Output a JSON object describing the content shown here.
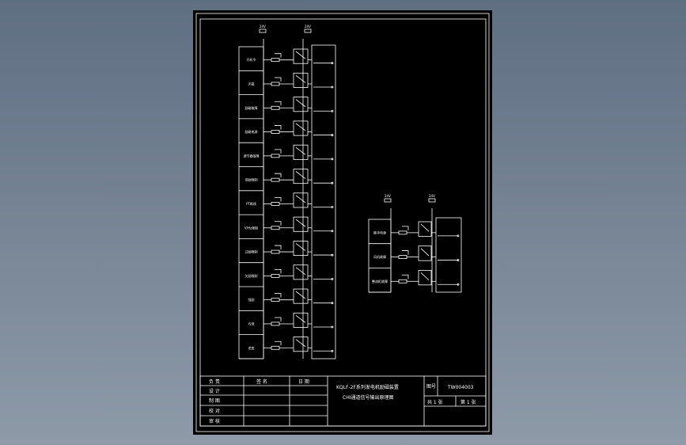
{
  "title_block": {
    "drawing_title_line1": "KQLF-2F系列发电机励磁装置",
    "drawing_title_line2": "CHI通道信号输出原理图",
    "col_signature": "签 名",
    "col_date": "日 期",
    "drawing_no_label": "图号",
    "drawing_no": "TW004003",
    "sheets_total": "共 1 张",
    "sheet_no": "第 1 张",
    "rows": [
      "负 责",
      "设 计",
      "制 图",
      "校 对",
      "审 核"
    ]
  },
  "left_panel": {
    "top_labels": [
      "24V",
      "24V"
    ],
    "items": [
      "开机令",
      "灭磁",
      "励磁故障",
      "励磁电源",
      "调节器故障",
      "低励限制",
      "PT断线",
      "V/Hz限制",
      "过励限制",
      "欠励限制",
      "强励",
      "均流",
      "逆变"
    ]
  },
  "right_panel": {
    "top_labels": [
      "24V",
      "24V"
    ],
    "items": [
      "脉冲电源",
      "风机故障",
      "整流柜故障"
    ]
  }
}
